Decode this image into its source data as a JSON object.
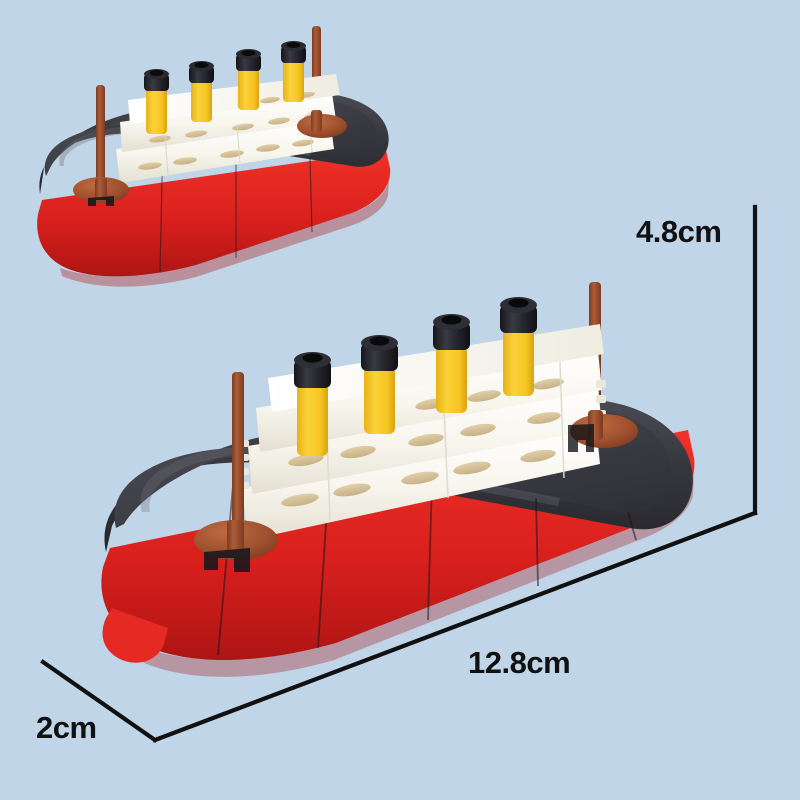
{
  "scene": {
    "description": "Product photo of two assembled brick-built Titanic ocean liner models on a light blue background with dimension callouts",
    "background_color": "#c0d5e8"
  },
  "dimensions": {
    "height": {
      "label": "4.8cm",
      "axis": "height",
      "leader_color": "#111111"
    },
    "length": {
      "label": "12.8cm",
      "axis": "length",
      "leader_color": "#111111"
    },
    "depth": {
      "label": "2cm",
      "axis": "depth",
      "leader_color": "#111111"
    }
  },
  "colors": {
    "background": "#c0d5e8",
    "hull_black": "#33333a",
    "hull_black_dark": "#24242a",
    "hull_black_light": "#45454c",
    "hull_red": "#d8201f",
    "hull_red_dark": "#b01616",
    "hull_red_light": "#ef3a2c",
    "deck_white": "#fbfaf4",
    "deck_white_shade": "#e9e6da",
    "lifeboat_tan": "#d8c49a",
    "funnel_yellow": "#f6c92b",
    "funnel_yellow_dark": "#d9a81a",
    "funnel_black": "#1e1e22",
    "mast_brown": "#9c4e2e",
    "mast_brown_dark": "#7d3a20",
    "mast_brown_light": "#b4633c"
  },
  "models": [
    {
      "id": "small-ship",
      "name": "Titanic brick model (rear, smaller perspective)",
      "funnel_count": 4,
      "mast_count": 2,
      "deck_levels": 3,
      "hull_top_color": "#33333a",
      "hull_bottom_color": "#d8201f",
      "funnel_body_color": "#f6c92b",
      "funnel_cap_color": "#1e1e22",
      "mast_color": "#9c4e2e"
    },
    {
      "id": "large-ship",
      "name": "Titanic brick model (front, larger perspective)",
      "funnel_count": 4,
      "mast_count": 2,
      "deck_levels": 3,
      "hull_top_color": "#33333a",
      "hull_bottom_color": "#d8201f",
      "funnel_body_color": "#f6c92b",
      "funnel_cap_color": "#1e1e22",
      "mast_color": "#9c4e2e"
    }
  ]
}
